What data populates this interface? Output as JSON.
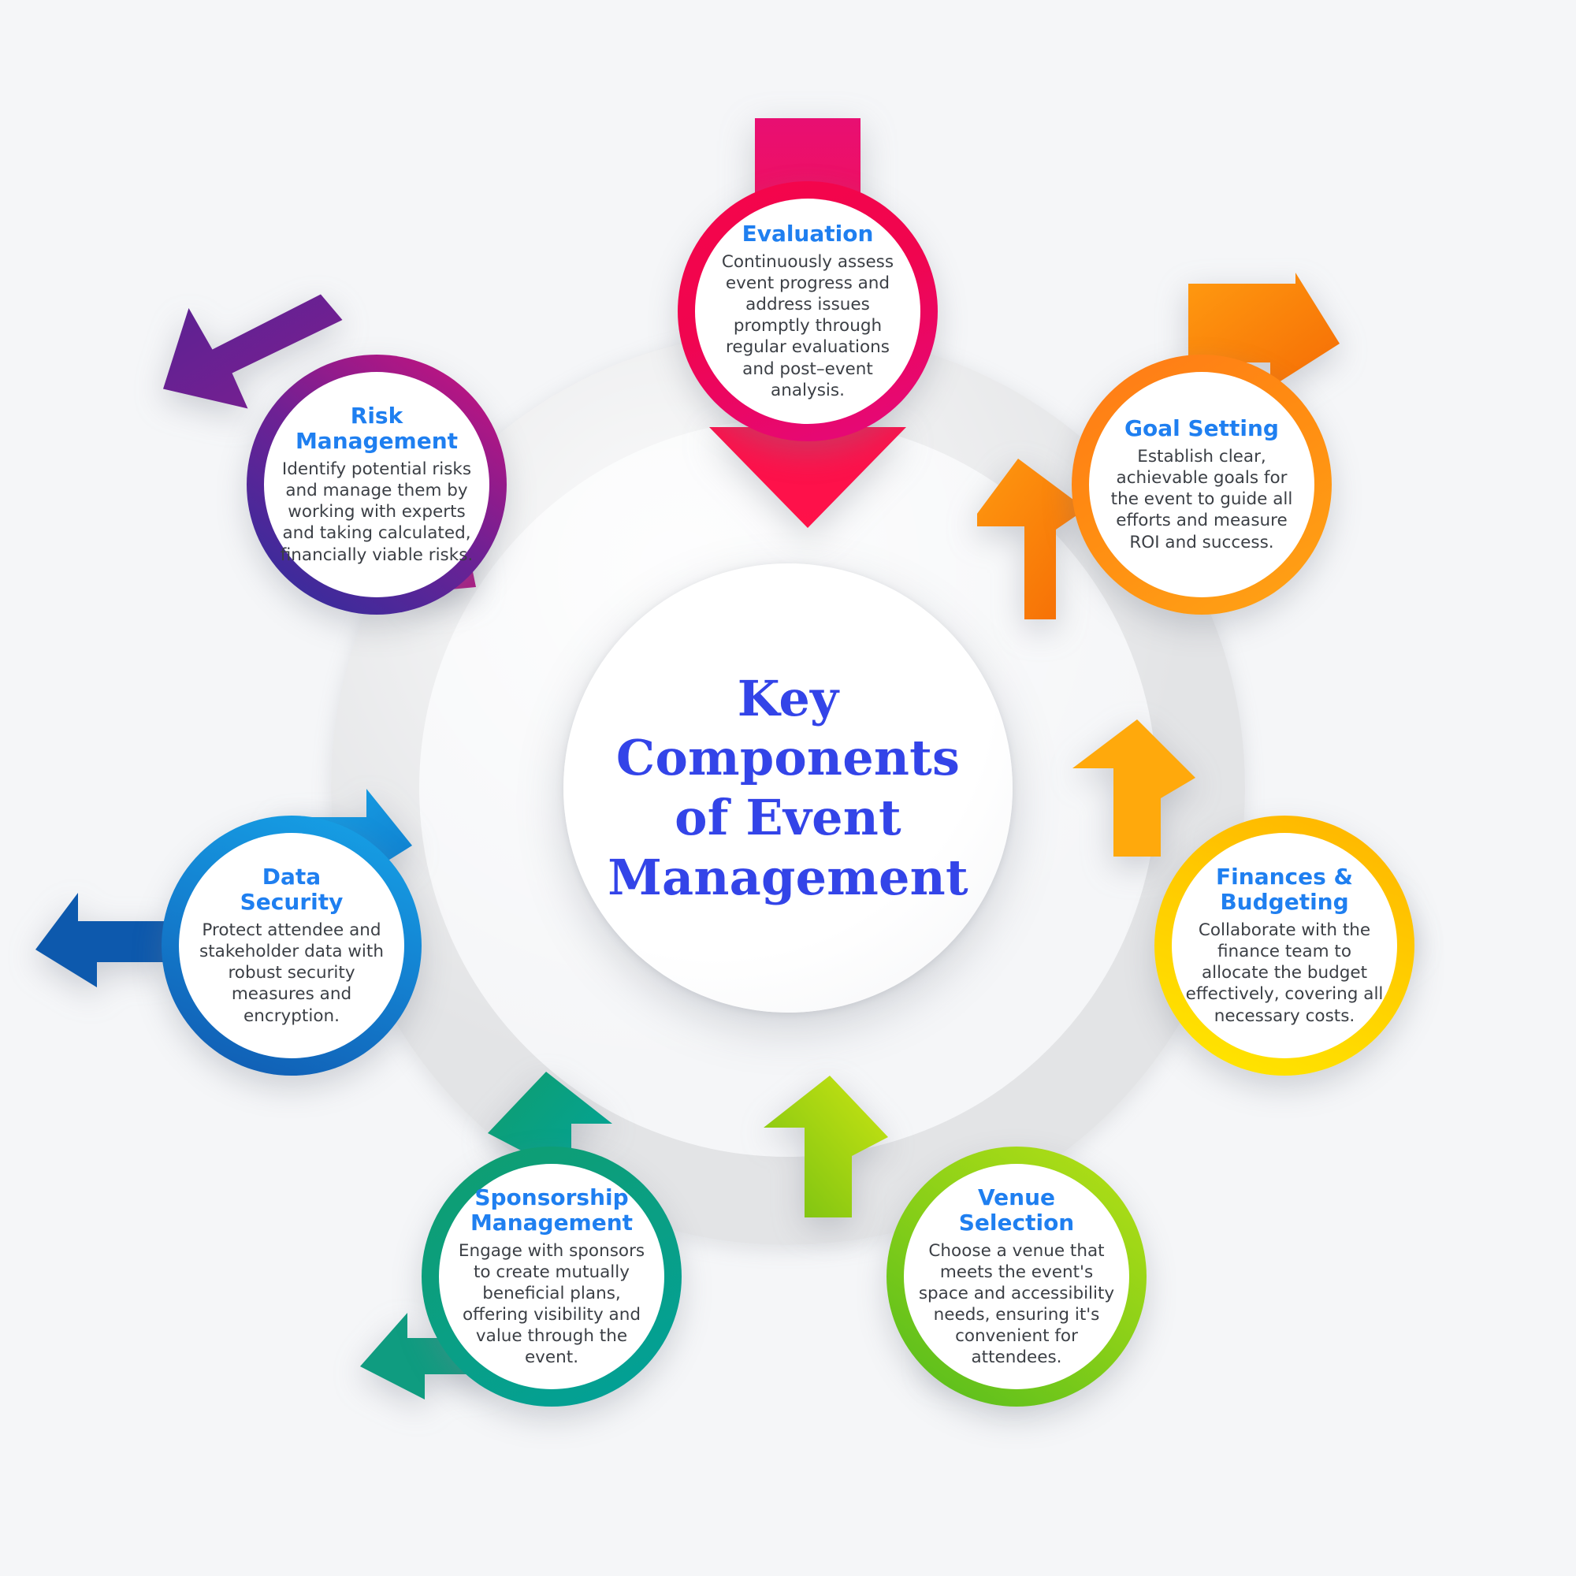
{
  "center": {
    "title": "Key\nComponents\nof Event\nManagement",
    "title_color": "#3344e8"
  },
  "theme": {
    "background": "#f5f6f8",
    "band_color": "#e3e4e6",
    "node_title_color": "#1f7ff0",
    "node_body_color": "#3b3f45",
    "node_fill": "#ffffff"
  },
  "nodes": [
    {
      "id": "evaluation",
      "title": "Evaluation",
      "description": "Continuously assess event progress and address issues promptly through regular evaluations and post–event analysis.",
      "ring_from": "#f5054a",
      "ring_to": "#e3097e",
      "arrow_from": "#ff1452",
      "arrow_to": "#e8005f"
    },
    {
      "id": "goal-setting",
      "title": "Goal Setting",
      "description": "Establish clear, achievable goals for the event to guide all efforts and measure ROI and success.",
      "ring_from": "#ff7a18",
      "ring_to": "#ffa415",
      "arrow_from": "#ff9a10",
      "arrow_to": "#f97306"
    },
    {
      "id": "finances-budgeting",
      "title": "Finances &\nBudgeting",
      "description": "Collaborate with the finance team to allocate the budget effectively, covering all necessary costs.",
      "ring_from": "#ffb300",
      "ring_to": "#ffe800",
      "arrow_from": "#ffb512",
      "arrow_to": "#ffe21a"
    },
    {
      "id": "venue-selection",
      "title": "Venue\nSelection",
      "description": "Choose a venue that meets the event's space and accessibility needs, ensuring it's convenient for attendees.",
      "ring_from": "#b6e016",
      "ring_to": "#5ec21e",
      "arrow_from": "#c3e213",
      "arrow_to": "#6cbc13"
    },
    {
      "id": "sponsorship-management",
      "title": "Sponsorship\nManagement",
      "description": "Engage with sponsors to create mutually beneficial plans, offering visibility and value through the event.",
      "ring_from": "#0f9d6e",
      "ring_to": "#00a09a",
      "arrow_from": "#0f9e76",
      "arrow_to": "#009c9c"
    },
    {
      "id": "data-security",
      "title": "Data\nSecurity",
      "description": "Protect attendee and stakeholder data with robust security measures and encryption.",
      "ring_from": "#16a4e8",
      "ring_to": "#1059b0",
      "arrow_from": "#17a6e8",
      "arrow_to": "#0b5db4"
    },
    {
      "id": "risk-management",
      "title": "Risk\nManagement",
      "description": "Identify potential risks and manage them by working with experts and taking calculated, financially viable risks.",
      "ring_from": "#2b2f9e",
      "ring_to": "#d1117c",
      "arrow_from": "#6a2596",
      "arrow_to": "#a8168a"
    }
  ]
}
